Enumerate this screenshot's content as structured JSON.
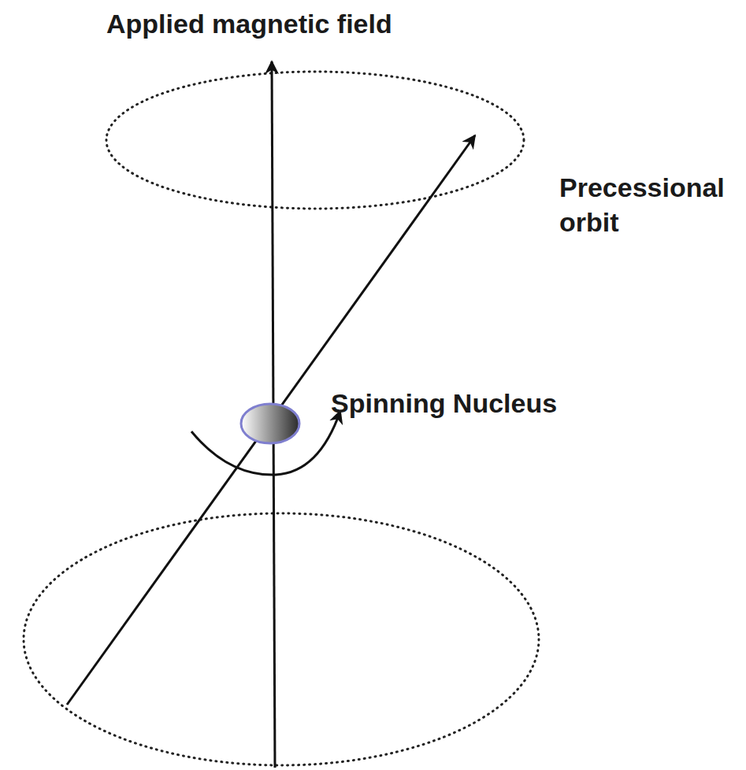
{
  "diagram": {
    "labels": [
      "Applied magnetic field",
      "Precessional orbit",
      "Spinning Nucleus"
    ]
  }
}
